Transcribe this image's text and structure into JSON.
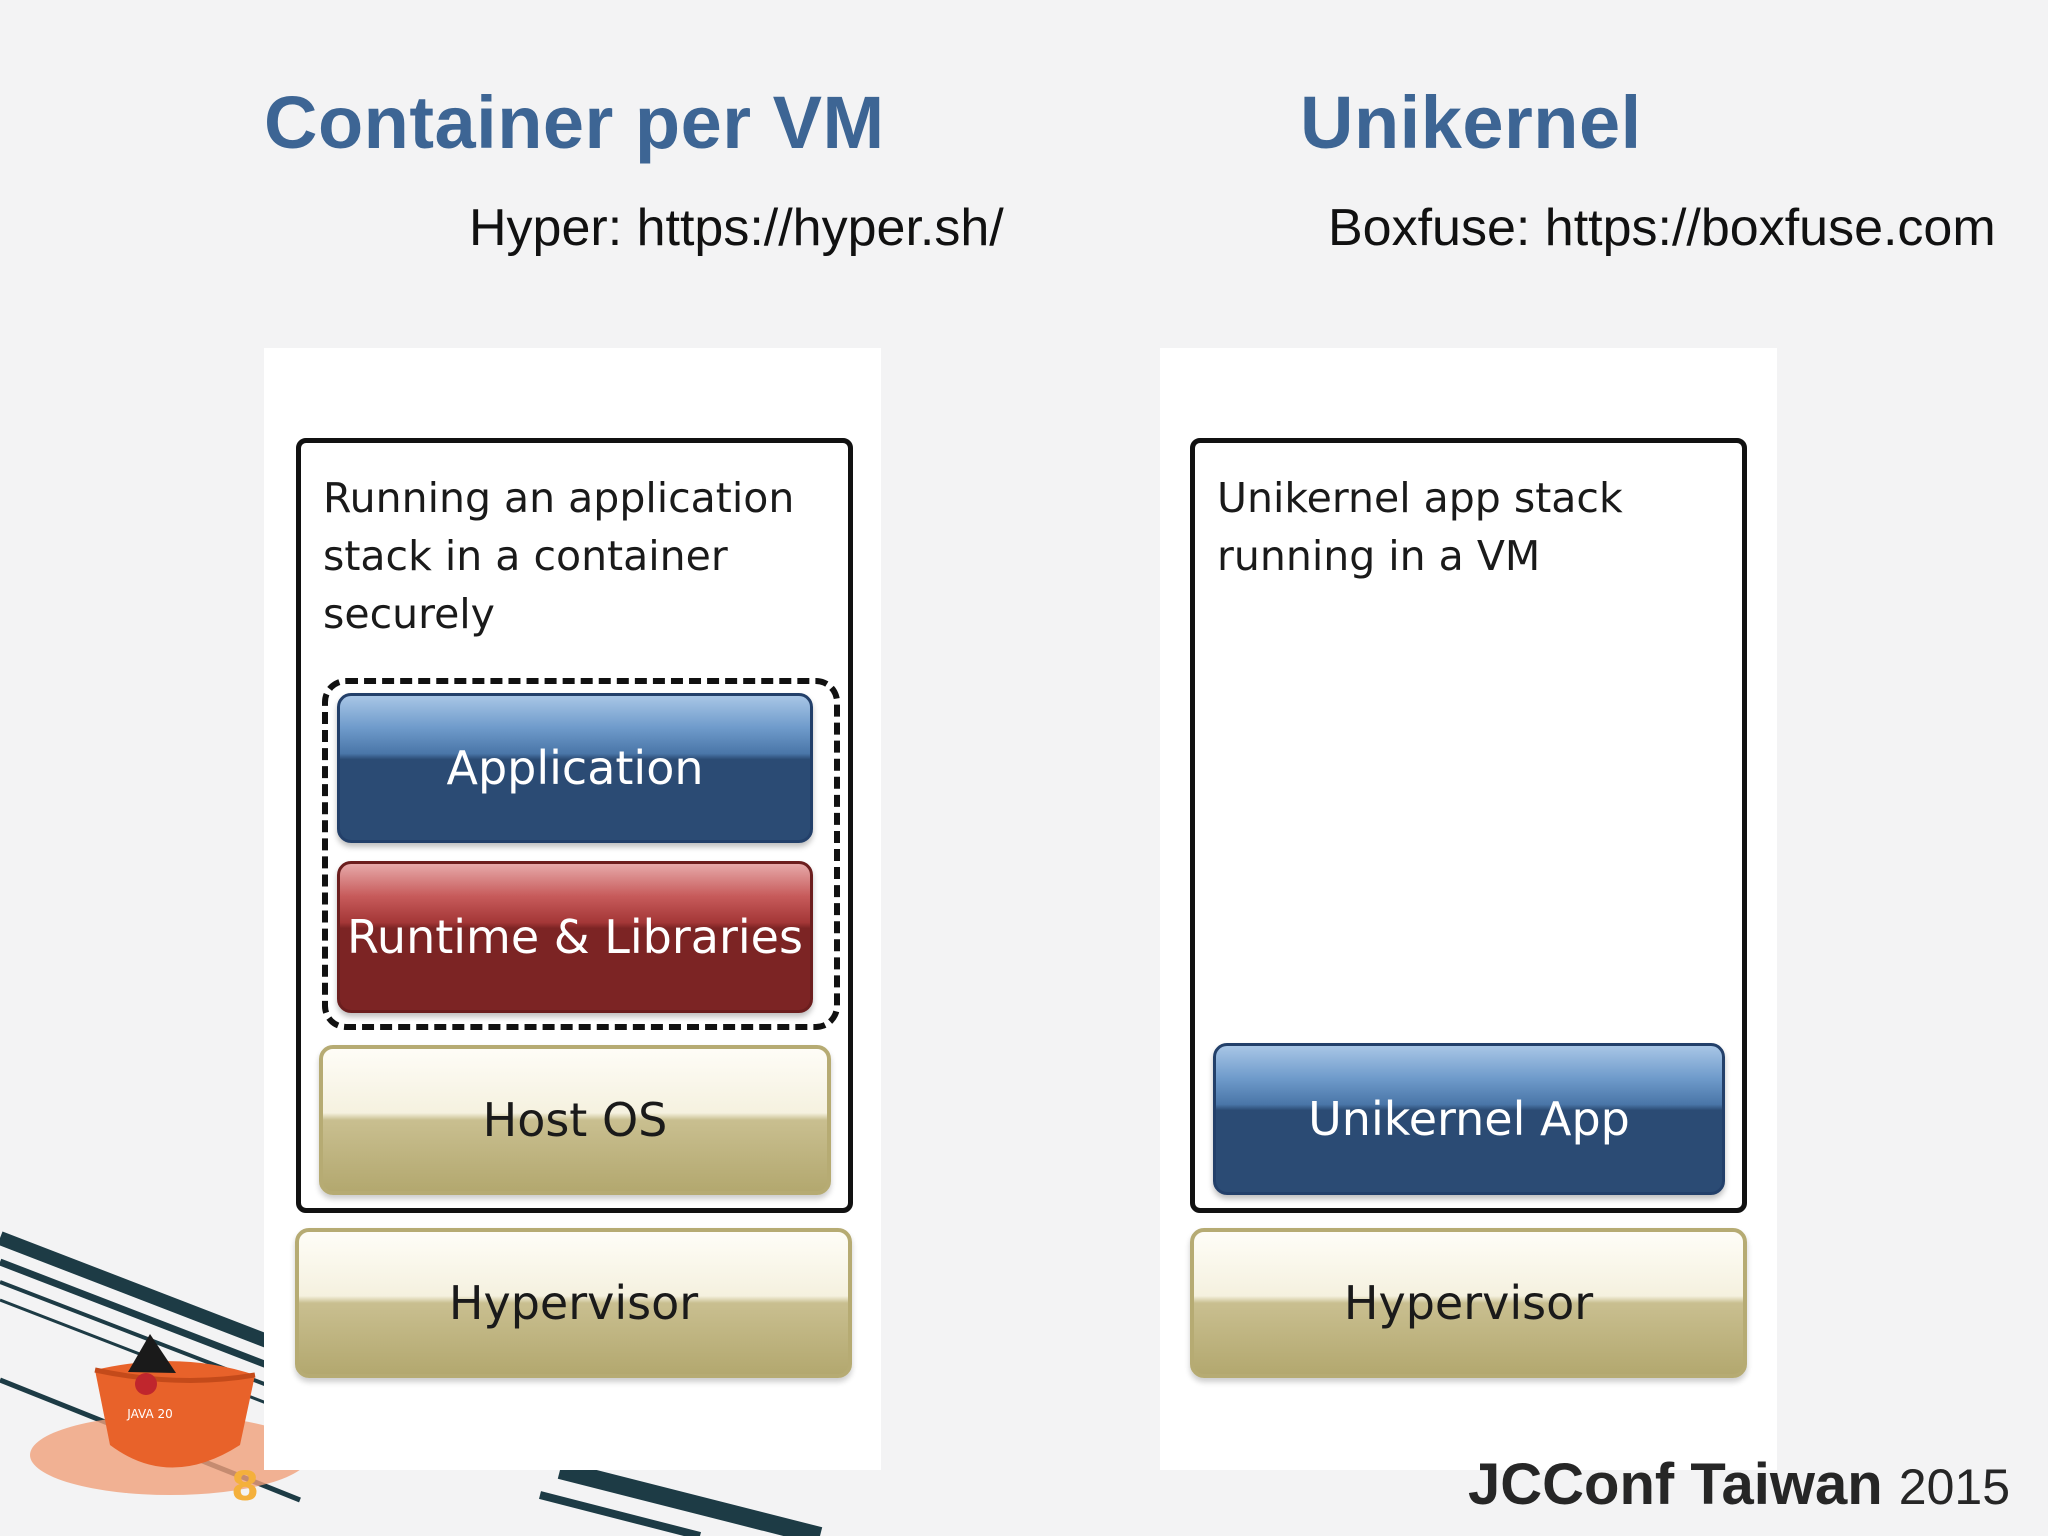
{
  "left": {
    "title": "Container per VM",
    "subtitle": "Hyper: https://hyper.sh/",
    "caption_lines": [
      "Running an application",
      "stack in a container",
      "securely"
    ],
    "layers": {
      "application": "Application",
      "runtime": "Runtime & Libraries",
      "host_os": "Host OS",
      "hypervisor": "Hypervisor"
    }
  },
  "right": {
    "title": "Unikernel",
    "subtitle": "Boxfuse: https://boxfuse.com",
    "caption_lines": [
      "Unikernel app stack",
      "running in a VM"
    ],
    "layers": {
      "unikernel_app": "Unikernel App",
      "hypervisor": "Hypervisor"
    }
  },
  "footer": {
    "logo_text": "JCConf Taiwan",
    "year": "2015",
    "mascot_badge": "JAVA 20",
    "mascot_number": "8"
  },
  "colors": {
    "title": "#3d6594",
    "layer_blue": "#2b4b74",
    "layer_red": "#7c2424",
    "layer_tan": "#b3a86f",
    "mascot_orange": "#e8622a"
  },
  "icons": [
    "java-duke-mascot-icon",
    "jcconf-logo-icon"
  ]
}
